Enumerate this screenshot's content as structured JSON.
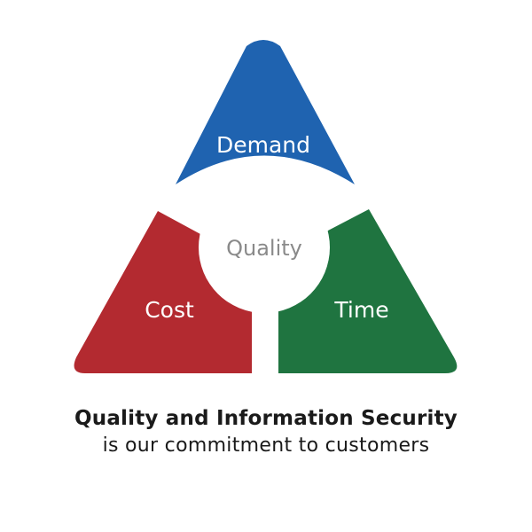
{
  "diagram": {
    "segments": {
      "demand": {
        "label": "Demand",
        "color": "#1f63b0"
      },
      "cost": {
        "label": "Cost",
        "color": "#b32a30"
      },
      "time": {
        "label": "Time",
        "color": "#1f7440"
      }
    },
    "center": {
      "label": "Quality",
      "label_color": "#8a8a8a"
    }
  },
  "caption": {
    "title": "Quality and Information Security",
    "subtitle": "is our commitment to customers"
  }
}
